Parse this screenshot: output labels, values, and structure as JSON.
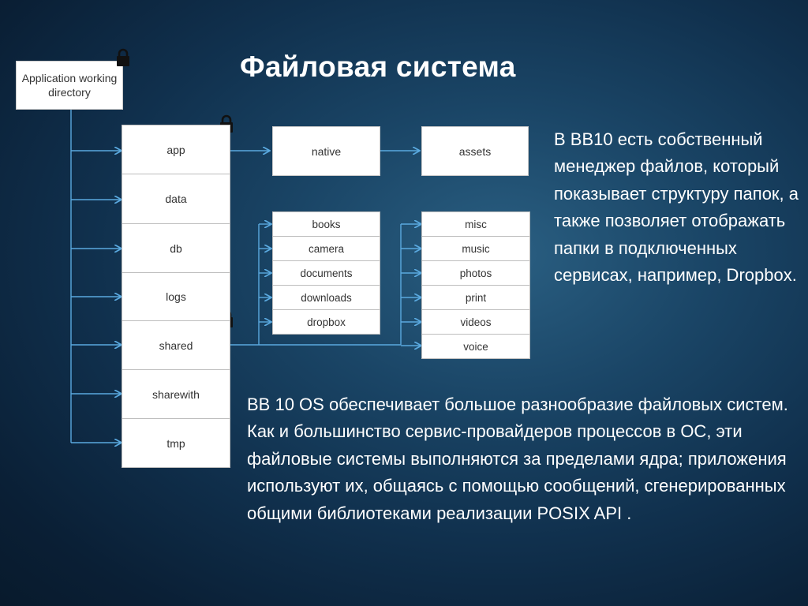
{
  "title": "Файловая система",
  "diagram": {
    "root": "Application working directory",
    "main_folders": [
      "app",
      "data",
      "db",
      "logs",
      "shared",
      "sharewith",
      "tmp"
    ],
    "app_child": "native",
    "native_child": "assets",
    "shared_children": [
      "books",
      "camera",
      "documents",
      "downloads",
      "dropbox"
    ],
    "shared_children_2": [
      "misc",
      "music",
      "photos",
      "print",
      "videos",
      "voice"
    ]
  },
  "text_right": "В BB10 есть собственный менеджер файлов, который показывает структуру папок, а также позволяет отображать папки в подключенных сервисах, например, Dropbox.",
  "text_bottom": "BB 10 OS обеспечивает большое разнообразие файловых систем. Как и большинство сервис-провайдеров процессов в ОС, эти файловые системы выполняются за пределами ядра; приложения используют их, общаясь с помощью сообщений, сгенерированных общими библиотеками реализации POSIX API .",
  "colors": {
    "line": "#5aa9df",
    "box": "#ffffff",
    "border": "#bdbdbd"
  },
  "icons": [
    "lock-icon",
    "arrow-icon"
  ]
}
